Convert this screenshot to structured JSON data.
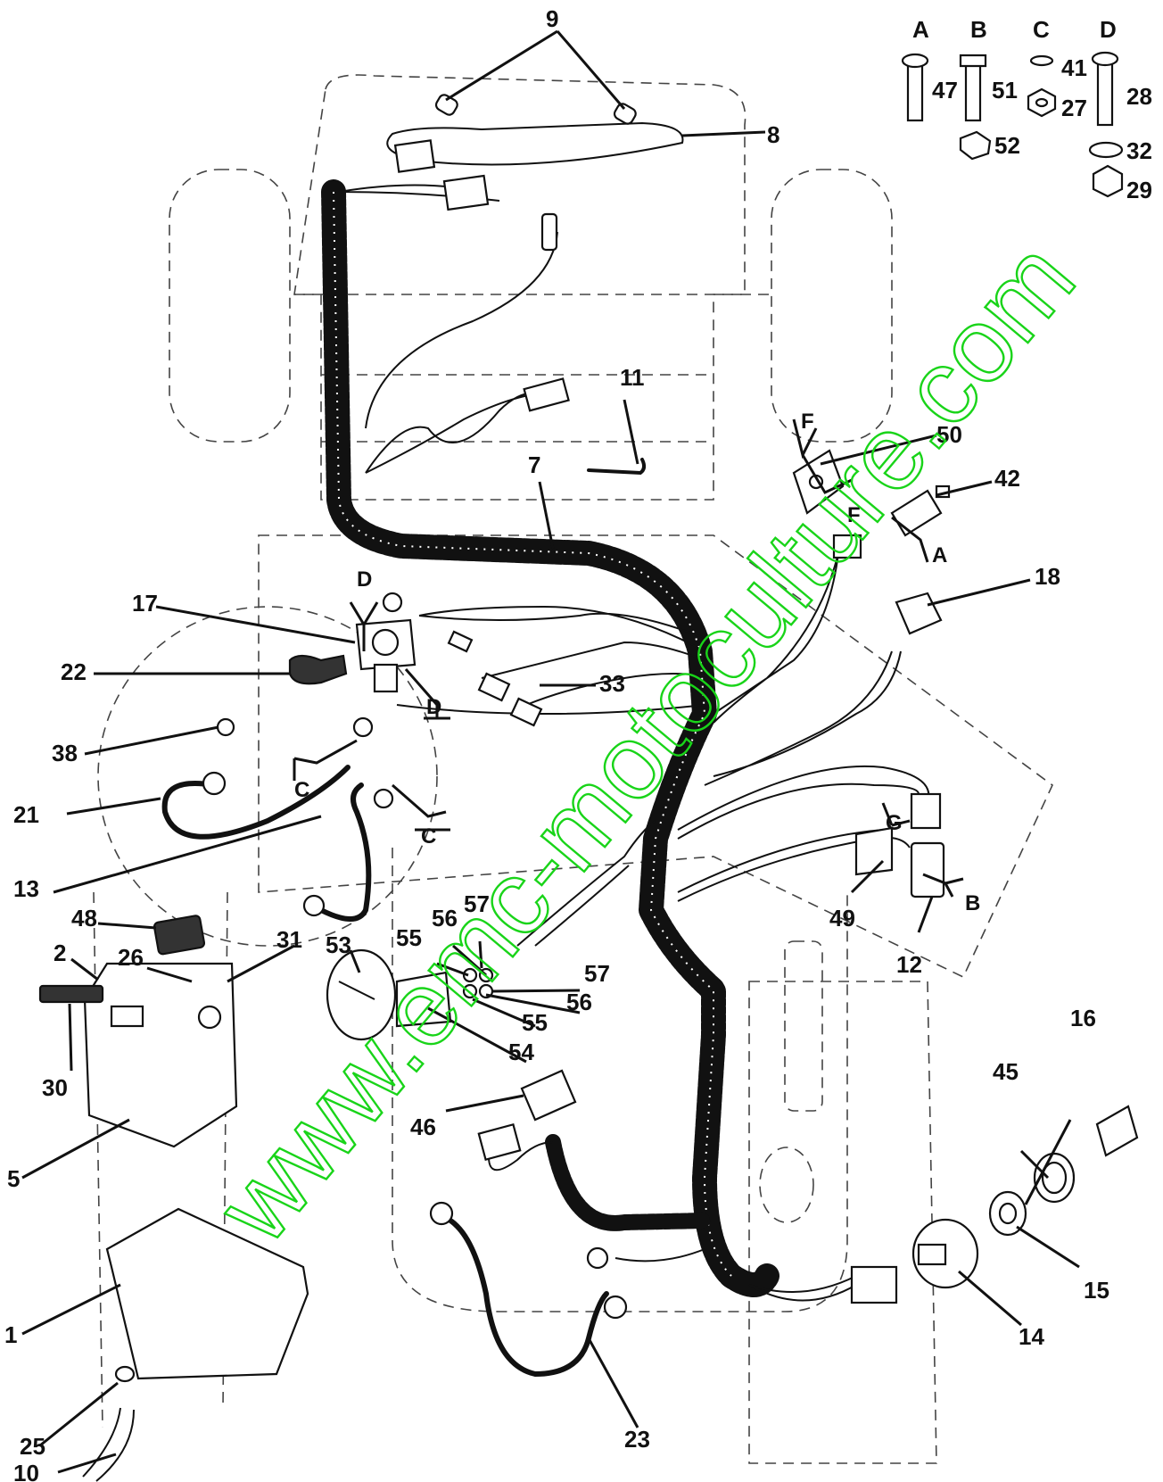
{
  "callouts": {
    "n1": "1",
    "n2": "2",
    "n5": "5",
    "n7": "7",
    "n8": "8",
    "n9": "9",
    "n10": "10",
    "n11": "11",
    "n12": "12",
    "n13": "13",
    "n14": "14",
    "n15": "15",
    "n16": "16",
    "n17": "17",
    "n18": "18",
    "n21": "21",
    "n22": "22",
    "n23": "23",
    "n25": "25",
    "n26": "26",
    "n27": "27",
    "n28": "28",
    "n29": "29",
    "n30": "30",
    "n31": "31",
    "n32": "32",
    "n33": "33",
    "n38": "38",
    "n41": "41",
    "n42": "42",
    "n45": "45",
    "n46": "46",
    "n47": "47",
    "n48": "48",
    "n49": "49",
    "n50": "50",
    "n51": "51",
    "n52": "52",
    "n53": "53",
    "n54": "54",
    "n55": "55",
    "n56": "56",
    "n57": "57"
  },
  "fastener_key": {
    "col_a": "A",
    "col_b": "B",
    "col_c": "C",
    "col_d": "D"
  },
  "references": {
    "A": "A",
    "B": "B",
    "C": "C",
    "D": "D",
    "F": "F",
    "G": "G"
  },
  "watermark": "www.emc-motoculture.com",
  "colors": {
    "watermark": "#19d419",
    "ink": "#111111"
  }
}
